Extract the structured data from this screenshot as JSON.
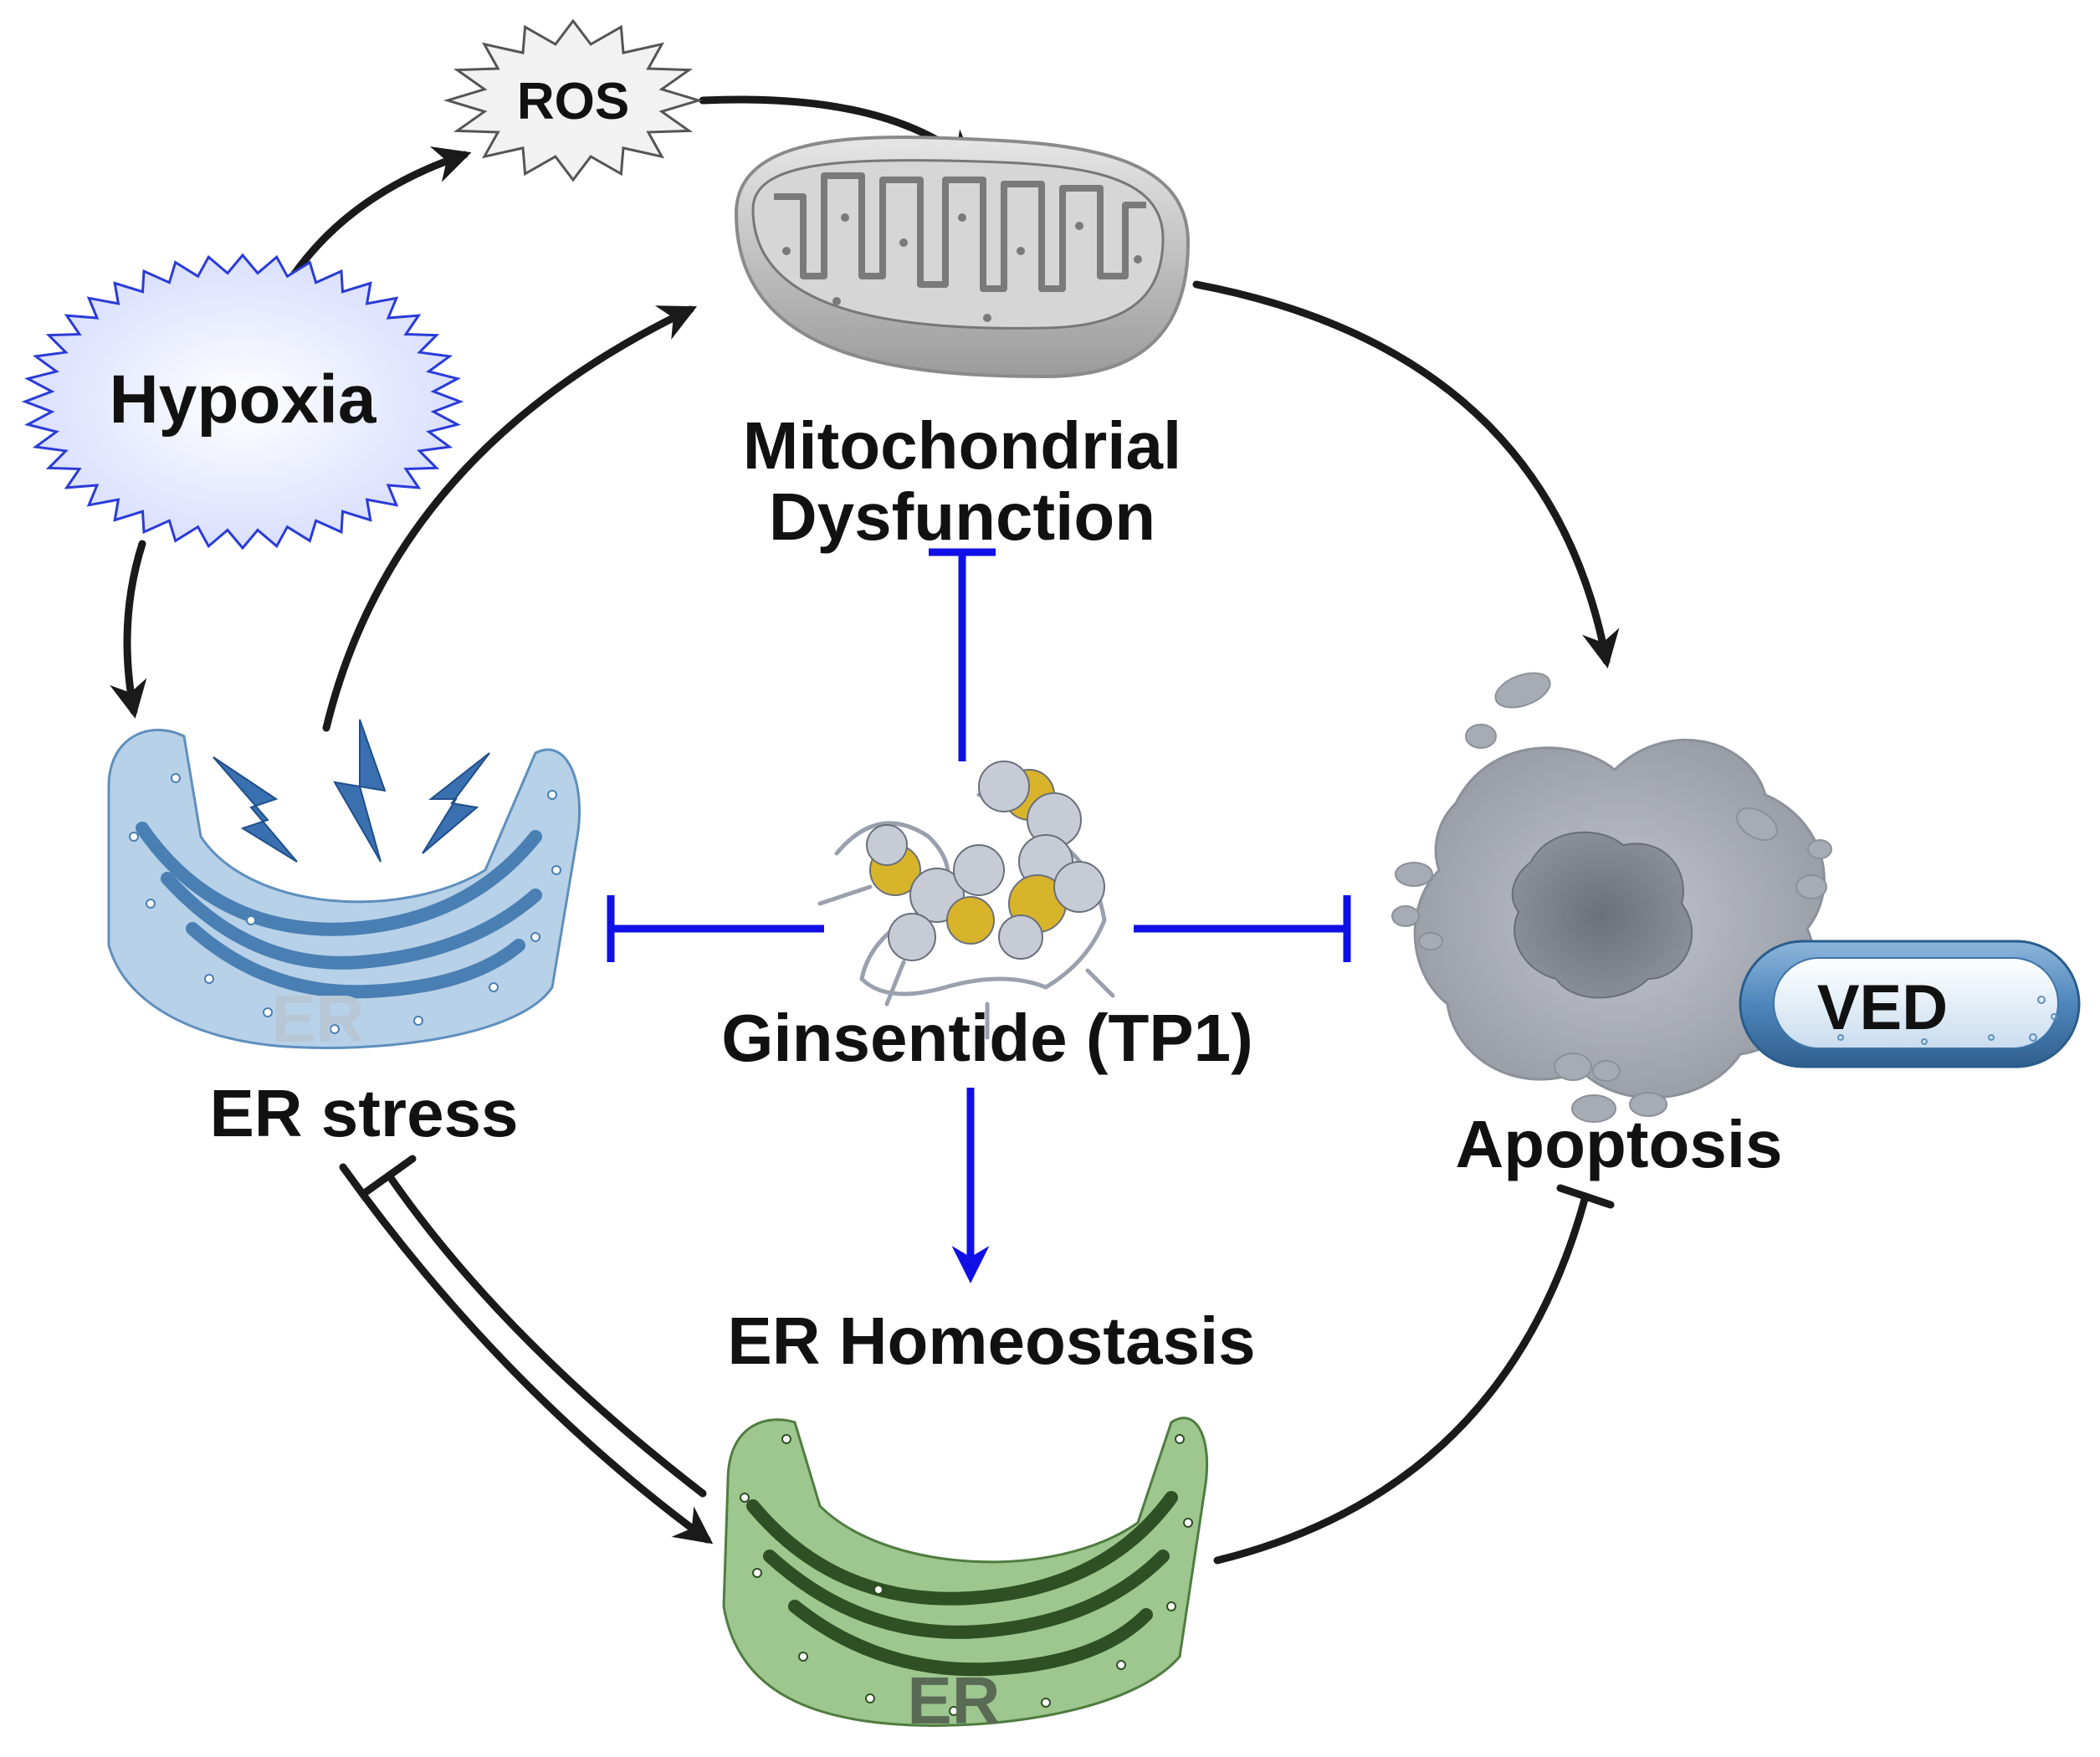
{
  "labels": {
    "ros": "ROS",
    "hypoxia": "Hypoxia",
    "mito_line1": "Mitochondrial",
    "mito_line2": "Dysfunction",
    "er_stress": "ER stress",
    "er_tag_stress": "ER",
    "ginsentide": "Ginsentide (TP1)",
    "er_homeostasis": "ER Homeostasis",
    "er_tag_homeo": "ER",
    "apoptosis": "Apoptosis",
    "ved": "VED"
  },
  "colors": {
    "black_arrow": "#1a1a1a",
    "blue_inhibit": "#1010e6",
    "er_stress_fill": "#8fb8dc",
    "er_homeo_fill": "#7fae6e",
    "mito_fill": "#bdbdbd",
    "apoptosis_fill": "#a7abb3",
    "hypoxia_stroke": "#2a3bd6",
    "ved_fill": "#5f95c6",
    "sulfur": "#d8b42a"
  }
}
